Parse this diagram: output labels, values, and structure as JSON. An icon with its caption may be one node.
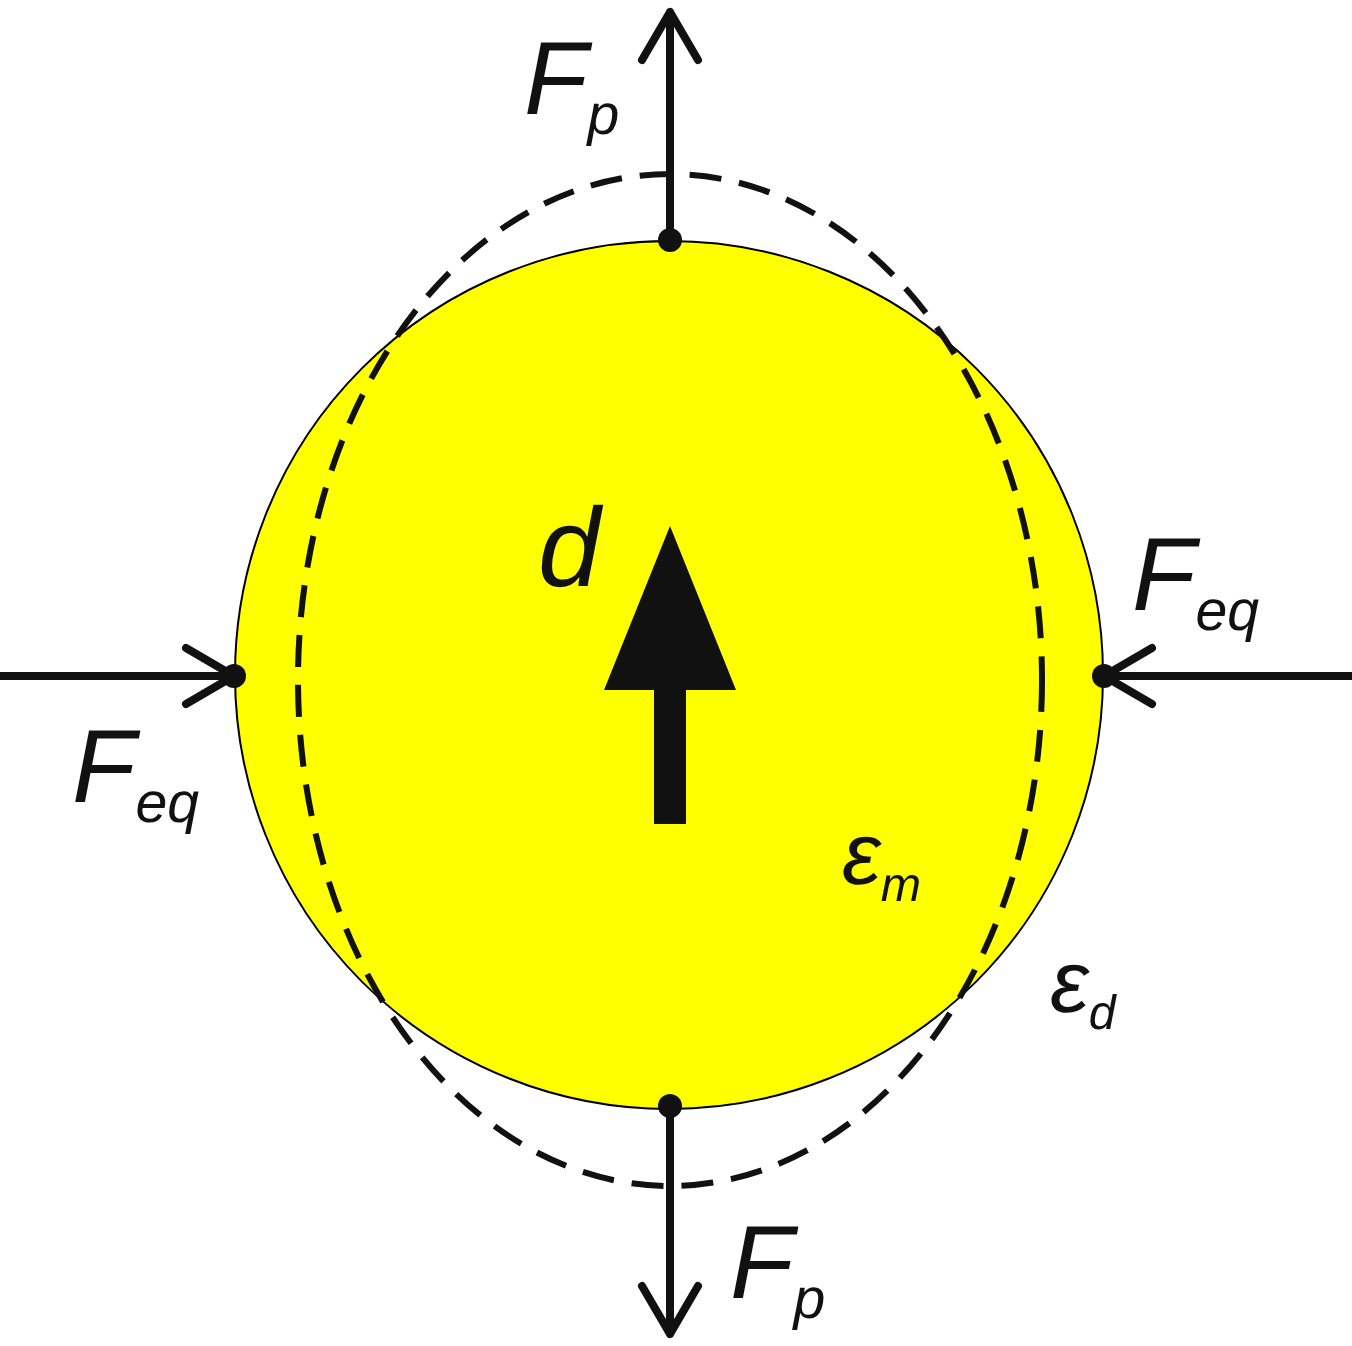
{
  "diagram": {
    "nodes": [
      {
        "text": [
          "d",
          "ε$_{m}$"
        ]
      }
    ],
    "labels": [
      "F$_{p}$",
      "F$_{eq}$",
      "F$_{eq}$",
      "ε$_{d}$",
      "F$_{p}$"
    ]
  }
}
